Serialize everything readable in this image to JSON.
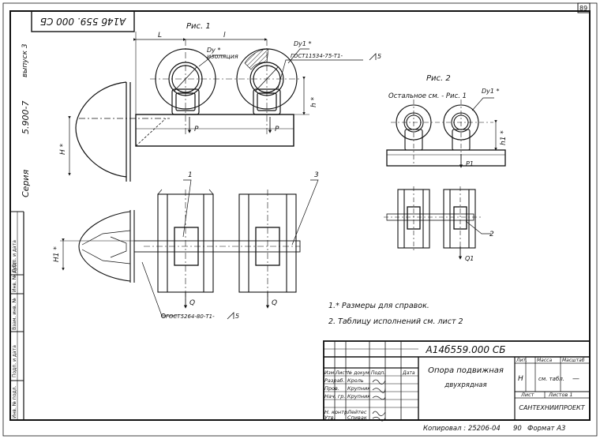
{
  "sheet": {
    "page_number": "89",
    "rotated_code": "А14б 559. 000 СБ",
    "series_label": "Серия",
    "series_value": "5.900-7",
    "issue_label": "выпуск 3",
    "left_strip": [
      "Инв. № подл.",
      "Подп. и дата",
      "Взам. инв. №",
      "Инв. № дубл.",
      "Подп. и дата"
    ]
  },
  "figures": {
    "fig1": "Рис. 1",
    "fig2": "Рис. 2",
    "fig2_note": "Остальное см. - Рис. 1",
    "dim_L": "L",
    "dim_l": "l",
    "du": "Dу *",
    "du1": "Dу1 *",
    "insulation": "изоляция",
    "gost_weld": "ГОСТ11534-75-Т1-",
    "gost_weld_size": "5",
    "gost_bottom": "ГОСТ5264-80-Т1-",
    "gost_bottom_size": "5",
    "load_P": "P",
    "load_P1": "P1",
    "load_Q": "Q",
    "load_Q1": "Q1",
    "dim_H": "H *",
    "dim_H1": "H1 *",
    "dim_h": "h *",
    "dim_h1": "h1 *",
    "callouts": [
      "1",
      "3",
      "2"
    ]
  },
  "notes": [
    "1.* Размеры для справок.",
    "2. Таблицу исполнений см. лист 2"
  ],
  "title_block": {
    "designation": "А14б559.000 СБ",
    "name_line1": "Опора подвижная",
    "name_line2": "двухрядная",
    "col_headers": [
      "Изм.",
      "Лист",
      "№ докум.",
      "Подп.",
      "Дата"
    ],
    "roles": [
      {
        "role": "Разраб.",
        "name": "Кроль"
      },
      {
        "role": "Пров.",
        "name": "Крупник"
      },
      {
        "role": "Нач. гр.",
        "name": "Крупник"
      },
      {
        "role": "",
        "name": ""
      },
      {
        "role": "Н. контр.",
        "name": "Лейтес"
      },
      {
        "role": "Утв.",
        "name": "Спивак"
      }
    ],
    "lit_label": "Лит.",
    "mass_label": "Масса",
    "scale_label": "Масштаб",
    "lit_value": "Н",
    "mass_value": "см. табл.",
    "scale_value": "—",
    "sheet_label": "Лист",
    "sheets_label": "Листов 1",
    "organization": "САНТЕХНИИПРОЕКТ"
  },
  "footer": {
    "copied": "Копировал : 25206-04",
    "code": "90",
    "format": "Формат А3"
  }
}
